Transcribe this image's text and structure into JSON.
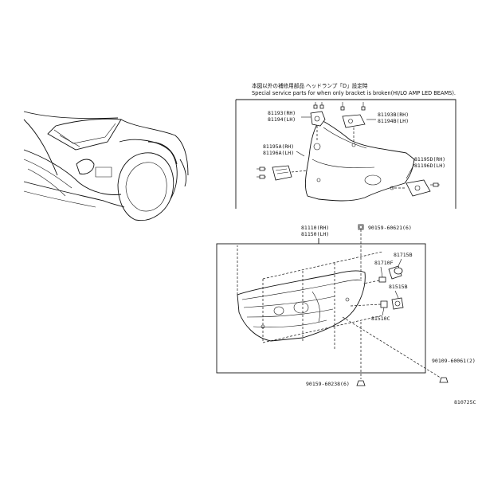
{
  "note": {
    "line1": "本図以外の補修用部品 ヘッドランプ「D」設定時",
    "line2": "Special service parts for when only bracket is broken(HI/LO AMP LED BEAMS)."
  },
  "labels": {
    "p81193": [
      "81193(RH)",
      "81194(LH)"
    ],
    "p81193b": [
      "81193B(RH)",
      "81194B(LH)"
    ],
    "p81195a": [
      "81195A(RH)",
      "81196A(LH)"
    ],
    "p81195d": [
      "81195D(RH)",
      "81196D(LH)"
    ],
    "p81110": [
      "81110(RH)",
      "81150(LH)"
    ],
    "bolt_top": "90159-60621(6)",
    "p81715b": "81715B",
    "p81710f": "81710F",
    "p81515b": "81515B",
    "p81510c": "81510C",
    "bolt_right": "90109-60061(2)",
    "bolt_bottom": "90159-60238(6)",
    "ref_code": "810725C"
  }
}
